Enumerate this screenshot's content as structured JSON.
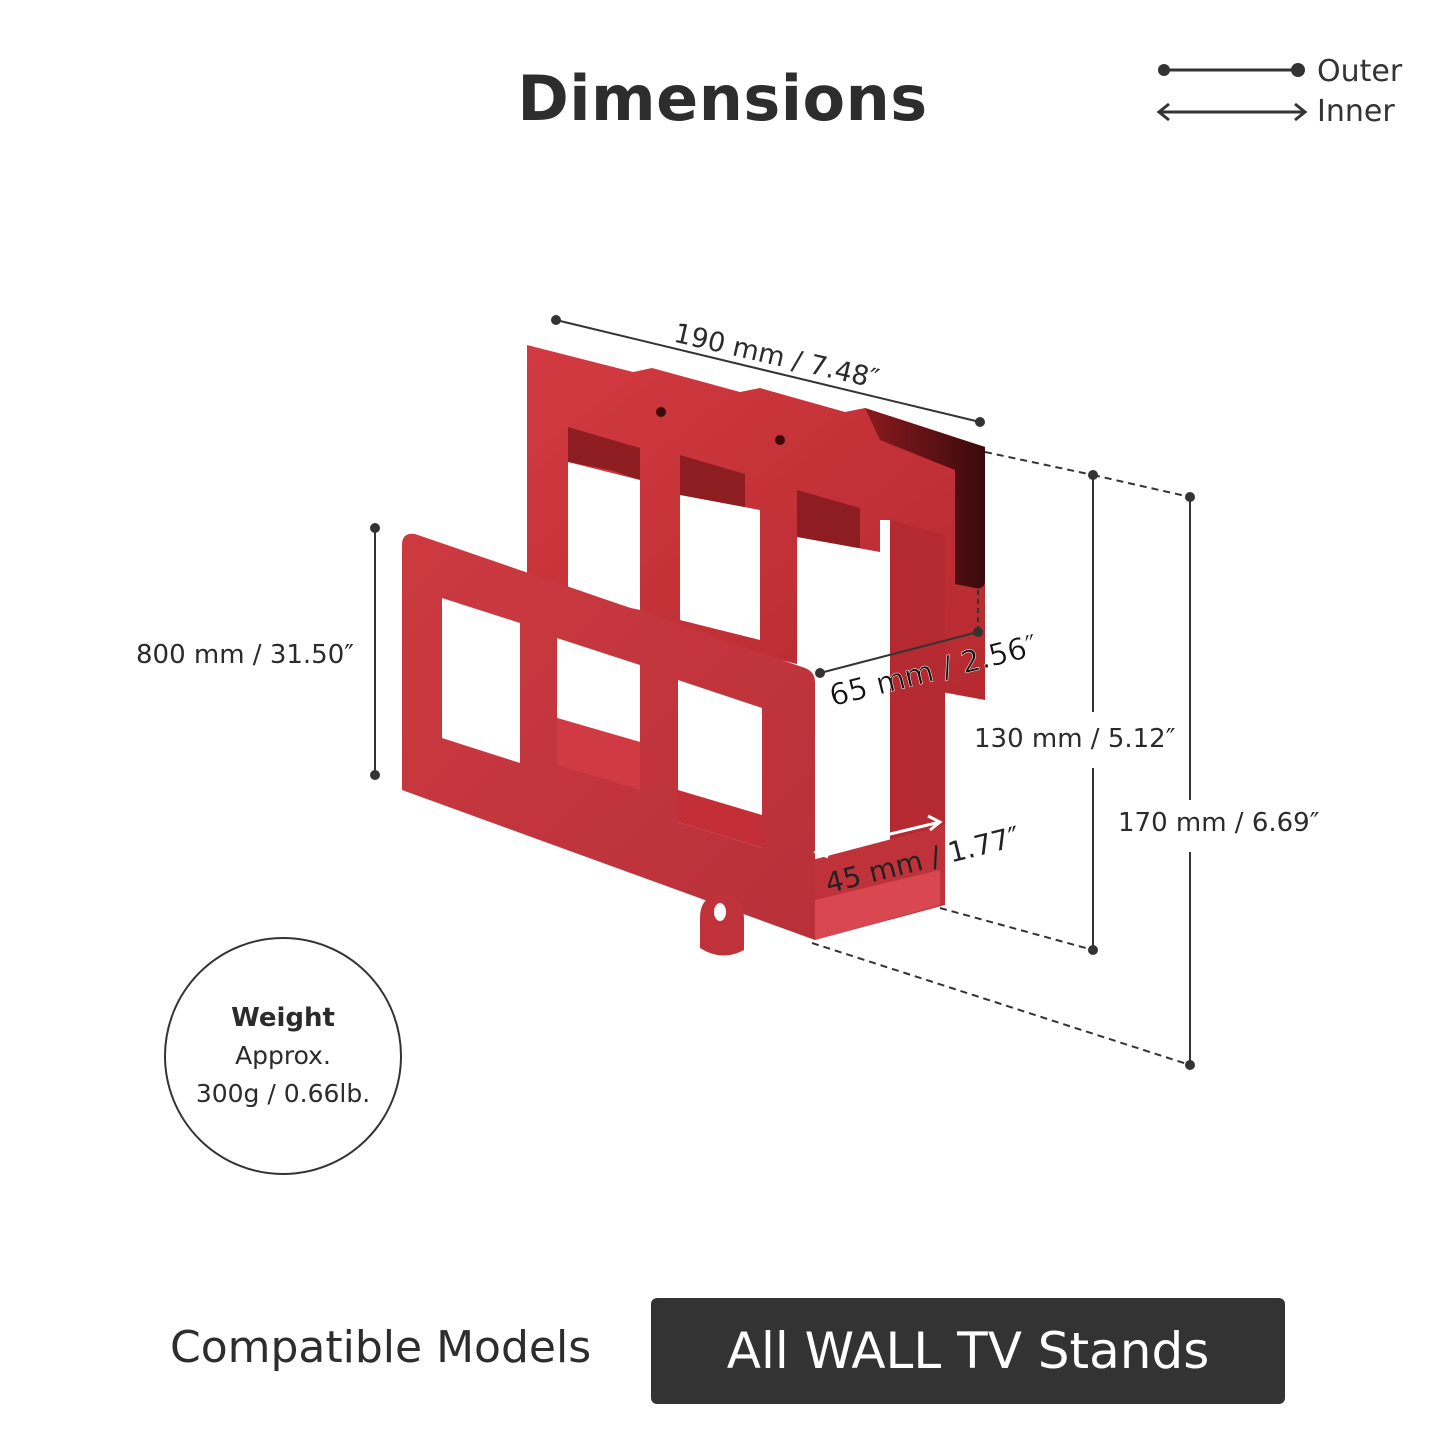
{
  "title": "Dimensions",
  "legend": {
    "items": [
      {
        "label": "Outer",
        "icon": "dot-line-icon"
      },
      {
        "label": "Inner",
        "icon": "double-arrow-icon"
      }
    ]
  },
  "dimensions": {
    "width": "190 mm / 7.48″",
    "height_left": "800 mm / 31.50″",
    "depth_top": "65 mm / 2.56″",
    "depth_bottom": "45 mm / 1.77″",
    "height_inner": "130 mm / 5.12″",
    "height_outer": "170 mm / 6.69″"
  },
  "weight": {
    "title": "Weight",
    "line1": "Approx.",
    "line2": "300g / 0.66lb."
  },
  "compatibility": {
    "label": "Compatible Models",
    "value": "All WALL TV Stands"
  },
  "colors": {
    "product": "#c8363b",
    "product_dark": "#9e2227",
    "text": "#2b2b2b",
    "badge_bg": "#333333"
  }
}
